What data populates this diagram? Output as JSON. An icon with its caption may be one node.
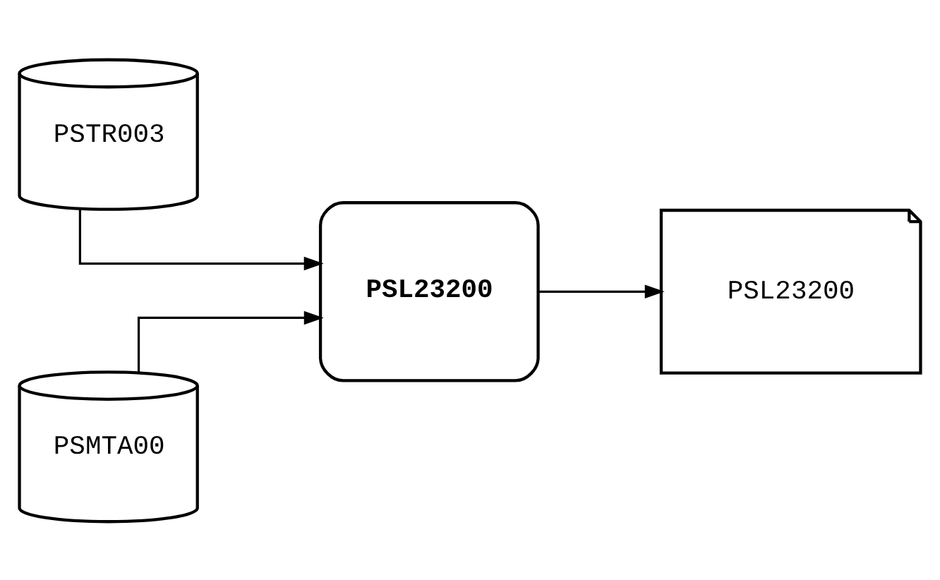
{
  "diagram": {
    "nodes": [
      {
        "text": [
          "PSTR003"
        ]
      },
      {
        "text": [
          "PSMTA00"
        ]
      },
      {
        "text": [
          "PSL23200"
        ]
      },
      {
        "text": [
          "PSL23200"
        ]
      }
    ],
    "edges": [
      {
        "from": 0,
        "to": 2,
        "arrow": "to"
      },
      {
        "from": 1,
        "to": 2,
        "arrow": "to"
      },
      {
        "from": 2,
        "to": 3,
        "arrow": "to"
      }
    ]
  }
}
